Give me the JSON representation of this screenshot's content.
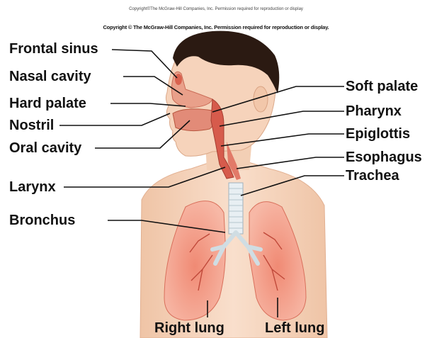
{
  "copyright": {
    "top": "Copyright©The McGraw-Hill Companies, Inc. Permission required for reproduction or display",
    "main": "Copyright © The McGraw-Hill Companies, Inc. Permission required for reproduction or display."
  },
  "labels": {
    "frontal_sinus": "Frontal sinus",
    "nasal_cavity": "Nasal cavity",
    "hard_palate": "Hard palate",
    "nostril": "Nostril",
    "oral_cavity": "Oral cavity",
    "larynx": "Larynx",
    "bronchus": "Bronchus",
    "soft_palate": "Soft palate",
    "pharynx": "Pharynx",
    "epiglottis": "Epiglottis",
    "esophagus": "Esophagus",
    "trachea": "Trachea",
    "right_lung": "Right lung",
    "left_lung": "Left lung"
  },
  "colors": {
    "skin": "#f6d6bf",
    "hair": "#2a1a12",
    "lung": "#f4a08c",
    "airway": "#d85a4e",
    "trachea": "#e6eef2",
    "leader": "#111111"
  }
}
